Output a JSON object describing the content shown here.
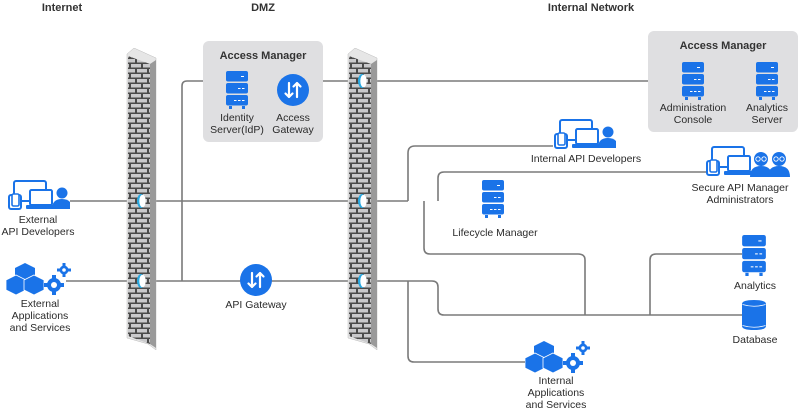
{
  "zones": {
    "internet": "Internet",
    "dmz": "DMZ",
    "internal": "Internal Network"
  },
  "dmz_access_manager": {
    "title": "Access Manager",
    "identity_server": [
      "Identity",
      "Server(IdP)"
    ],
    "access_gateway": [
      "Access",
      "Gateway"
    ]
  },
  "internal_access_manager": {
    "title": "Access Manager",
    "admin_console": [
      "Administration",
      "Console"
    ],
    "analytics_server": [
      "Analytics",
      "Server"
    ]
  },
  "nodes": {
    "external_api_developers": [
      "External",
      "API Developers"
    ],
    "external_apps": [
      "External",
      "Applications",
      "and Services"
    ],
    "api_gateway": "API Gateway",
    "internal_api_developers": "Internal API Developers",
    "secure_api_admins": [
      "Secure API Manager",
      "Administrators"
    ],
    "lifecycle_manager": "Lifecycle Manager",
    "analytics": "Analytics",
    "database": "Database",
    "internal_apps": [
      "Internal",
      "Applications",
      "and Services"
    ]
  },
  "colors": {
    "icon_blue": "#1a73e8",
    "wire": "#7a7a7a",
    "group_bg": "#dfdfe1"
  }
}
